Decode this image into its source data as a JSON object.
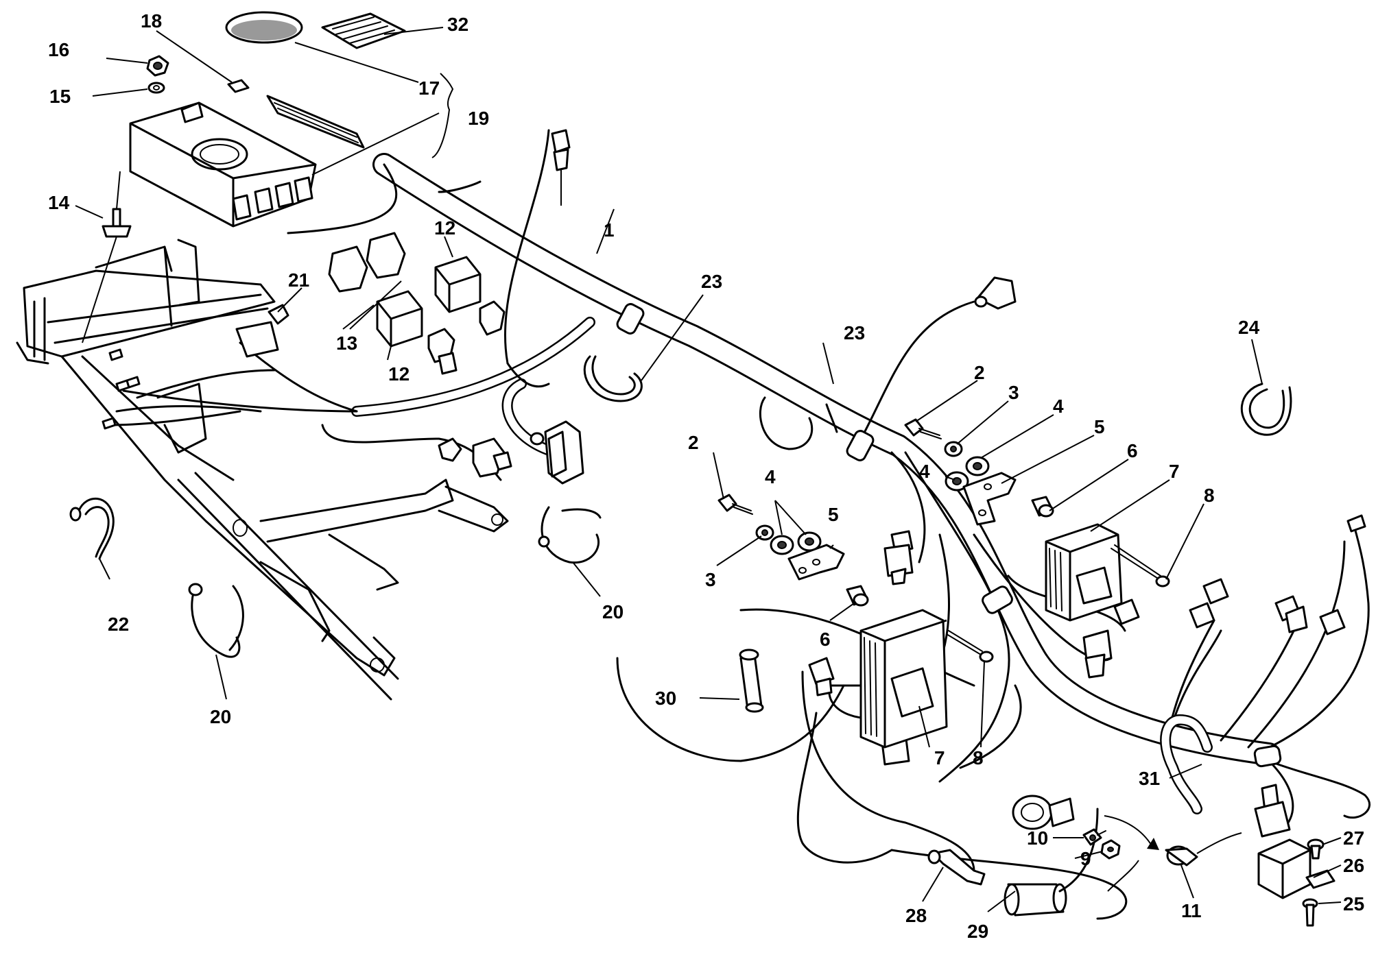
{
  "diagram": {
    "callouts": [
      {
        "id": "c1",
        "text": "1"
      },
      {
        "id": "c2a",
        "text": "2"
      },
      {
        "id": "c2b",
        "text": "2"
      },
      {
        "id": "c3a",
        "text": "3"
      },
      {
        "id": "c3b",
        "text": "3"
      },
      {
        "id": "c4a",
        "text": "4"
      },
      {
        "id": "c4b",
        "text": "4"
      },
      {
        "id": "c4c",
        "text": "4"
      },
      {
        "id": "c5a",
        "text": "5"
      },
      {
        "id": "c5b",
        "text": "5"
      },
      {
        "id": "c6a",
        "text": "6"
      },
      {
        "id": "c6b",
        "text": "6"
      },
      {
        "id": "c7a",
        "text": "7"
      },
      {
        "id": "c7b",
        "text": "7"
      },
      {
        "id": "c8a",
        "text": "8"
      },
      {
        "id": "c8b",
        "text": "8"
      },
      {
        "id": "c9",
        "text": "9"
      },
      {
        "id": "c10",
        "text": "10"
      },
      {
        "id": "c11",
        "text": "11"
      },
      {
        "id": "c12a",
        "text": "12"
      },
      {
        "id": "c12b",
        "text": "12"
      },
      {
        "id": "c13",
        "text": "13"
      },
      {
        "id": "c14",
        "text": "14"
      },
      {
        "id": "c15",
        "text": "15"
      },
      {
        "id": "c16",
        "text": "16"
      },
      {
        "id": "c17",
        "text": "17"
      },
      {
        "id": "c18",
        "text": "18"
      },
      {
        "id": "c19",
        "text": "19"
      },
      {
        "id": "c20a",
        "text": "20"
      },
      {
        "id": "c20b",
        "text": "20"
      },
      {
        "id": "c21",
        "text": "21"
      },
      {
        "id": "c22",
        "text": "22"
      },
      {
        "id": "c23a",
        "text": "23"
      },
      {
        "id": "c23b",
        "text": "23"
      },
      {
        "id": "c24",
        "text": "24"
      },
      {
        "id": "c25",
        "text": "25"
      },
      {
        "id": "c26",
        "text": "26"
      },
      {
        "id": "c27",
        "text": "27"
      },
      {
        "id": "c28",
        "text": "28"
      },
      {
        "id": "c29",
        "text": "29"
      },
      {
        "id": "c30",
        "text": "30"
      },
      {
        "id": "c31",
        "text": "31"
      },
      {
        "id": "c32",
        "text": "32"
      }
    ]
  }
}
